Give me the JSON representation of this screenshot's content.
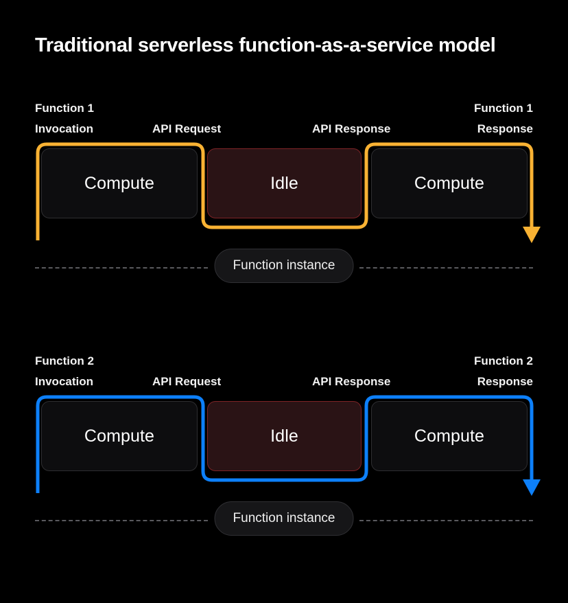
{
  "page": {
    "title": "Traditional serverless function-as-a-service model",
    "background_color": "#000000"
  },
  "colors": {
    "accent_orange": "#f9b233",
    "accent_blue": "#0d80fa",
    "compute_fill": "#0d0d0f",
    "compute_border": "#2e2e31",
    "idle_fill": "#2a1315",
    "idle_border": "#7e2326",
    "pill_fill": "#161618",
    "pill_border": "#303034",
    "dash_color": "#5a5a5e",
    "text_primary": "#ffffff"
  },
  "sections": [
    {
      "id": "function-1",
      "accent": "#f9b233",
      "labels": {
        "invocation_line1": "Function 1",
        "invocation_line2": "Invocation",
        "api_request": "API Request",
        "api_response": "API Response",
        "response_line1": "Function 1",
        "response_line2": "Response"
      },
      "boxes": [
        {
          "label": "Compute",
          "state": "compute"
        },
        {
          "label": "Idle",
          "state": "idle"
        },
        {
          "label": "Compute",
          "state": "compute"
        }
      ],
      "instance_label": "Function instance"
    },
    {
      "id": "function-2",
      "accent": "#0d80fa",
      "labels": {
        "invocation_line1": "Function 2",
        "invocation_line2": "Invocation",
        "api_request": "API Request",
        "api_response": "API Response",
        "response_line1": "Function 2",
        "response_line2": "Response"
      },
      "boxes": [
        {
          "label": "Compute",
          "state": "compute"
        },
        {
          "label": "Idle",
          "state": "idle"
        },
        {
          "label": "Compute",
          "state": "compute"
        }
      ],
      "instance_label": "Function instance"
    }
  ]
}
